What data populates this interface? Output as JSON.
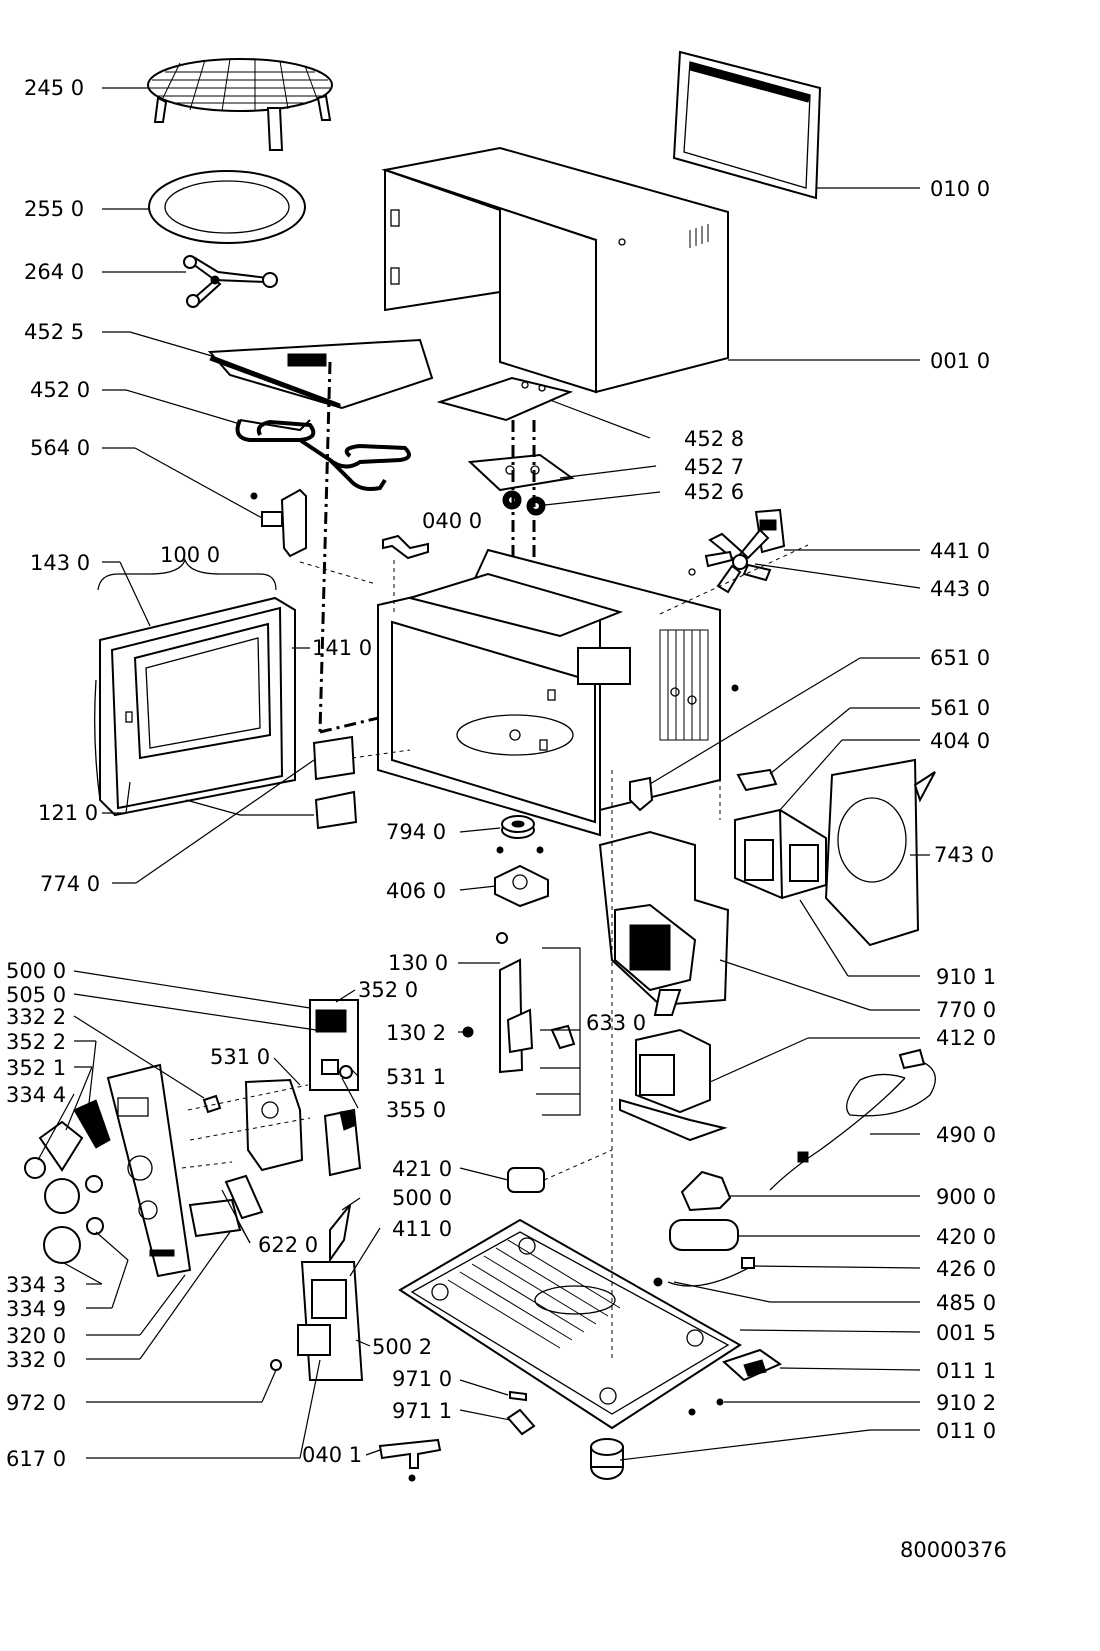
{
  "labels": {
    "p245_0": "245 0",
    "p255_0": "255 0",
    "p264_0": "264 0",
    "p452_5": "452 5",
    "p452_0": "452 0",
    "p564_0": "564 0",
    "p143_0": "143 0",
    "p100_0": "100 0",
    "p141_0": "141 0",
    "p121_0": "121 0",
    "p774_0": "774 0",
    "p040_0": "040 0",
    "p010_0": "010 0",
    "p001_0": "001 0",
    "p452_8": "452 8",
    "p452_7": "452 7",
    "p452_6": "452 6",
    "p441_0": "441 0",
    "p443_0": "443 0",
    "p651_0": "651 0",
    "p561_0": "561 0",
    "p404_0": "404 0",
    "p743_0": "743 0",
    "p794_0": "794 0",
    "p406_0": "406 0",
    "p910_1": "910 1",
    "p770_0": "770 0",
    "p500_0": "500 0",
    "p505_0": "505 0",
    "p332_2": "332 2",
    "p352_2": "352 2",
    "p352_1": "352 1",
    "p334_4": "334 4",
    "p130_0": "130 0",
    "p352_0": "352 0",
    "p130_2": "130 2",
    "p633_0": "633 0",
    "p412_0": "412 0",
    "p531_0": "531 0",
    "p531_1": "531 1",
    "p355_0": "355 0",
    "p490_0": "490 0",
    "p421_0": "421 0",
    "p900_0": "900 0",
    "p500_0b": "500 0",
    "p411_0": "411 0",
    "p420_0": "420 0",
    "p622_0": "622 0",
    "p426_0": "426 0",
    "p334_3": "334 3",
    "p334_9": "334 9",
    "p485_0": "485 0",
    "p320_0": "320 0",
    "p001_5": "001 5",
    "p332_0": "332 0",
    "p500_2": "500 2",
    "p011_1": "011 1",
    "p972_0": "972 0",
    "p971_0": "971 0",
    "p910_2": "910 2",
    "p971_1": "971 1",
    "p011_0": "011 0",
    "p617_0": "617 0",
    "p040_1": "040 1"
  },
  "drawing_number": "80000376"
}
